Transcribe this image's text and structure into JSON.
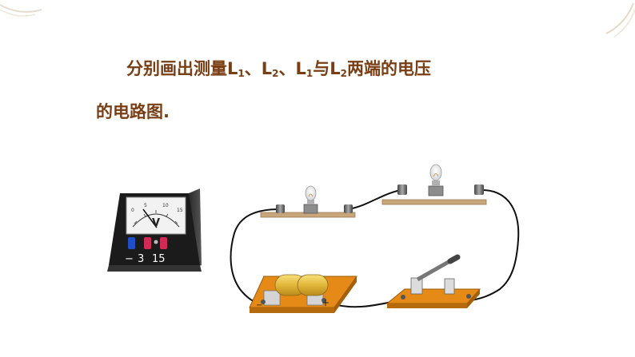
{
  "question": {
    "line1_text": "分别画出测量",
    "L": "L",
    "sub1": "1",
    "sub2": "2",
    "sep": "、",
    "conj": "与",
    "line1_end": "两端的电压",
    "line2": "的电路图."
  },
  "voltmeter": {
    "dial_symbol": "V",
    "terminal_labels": [
      "−",
      "3",
      "15"
    ],
    "scale_numbers": [
      "0",
      "5",
      "10",
      "15"
    ]
  },
  "battery_box": {
    "minus_sign": "−",
    "plus_sign": "+"
  },
  "colors": {
    "text": "#7a3e14",
    "board_wood": "#c9a57a",
    "base_orange": "#e58a16",
    "wire": "#111111"
  }
}
